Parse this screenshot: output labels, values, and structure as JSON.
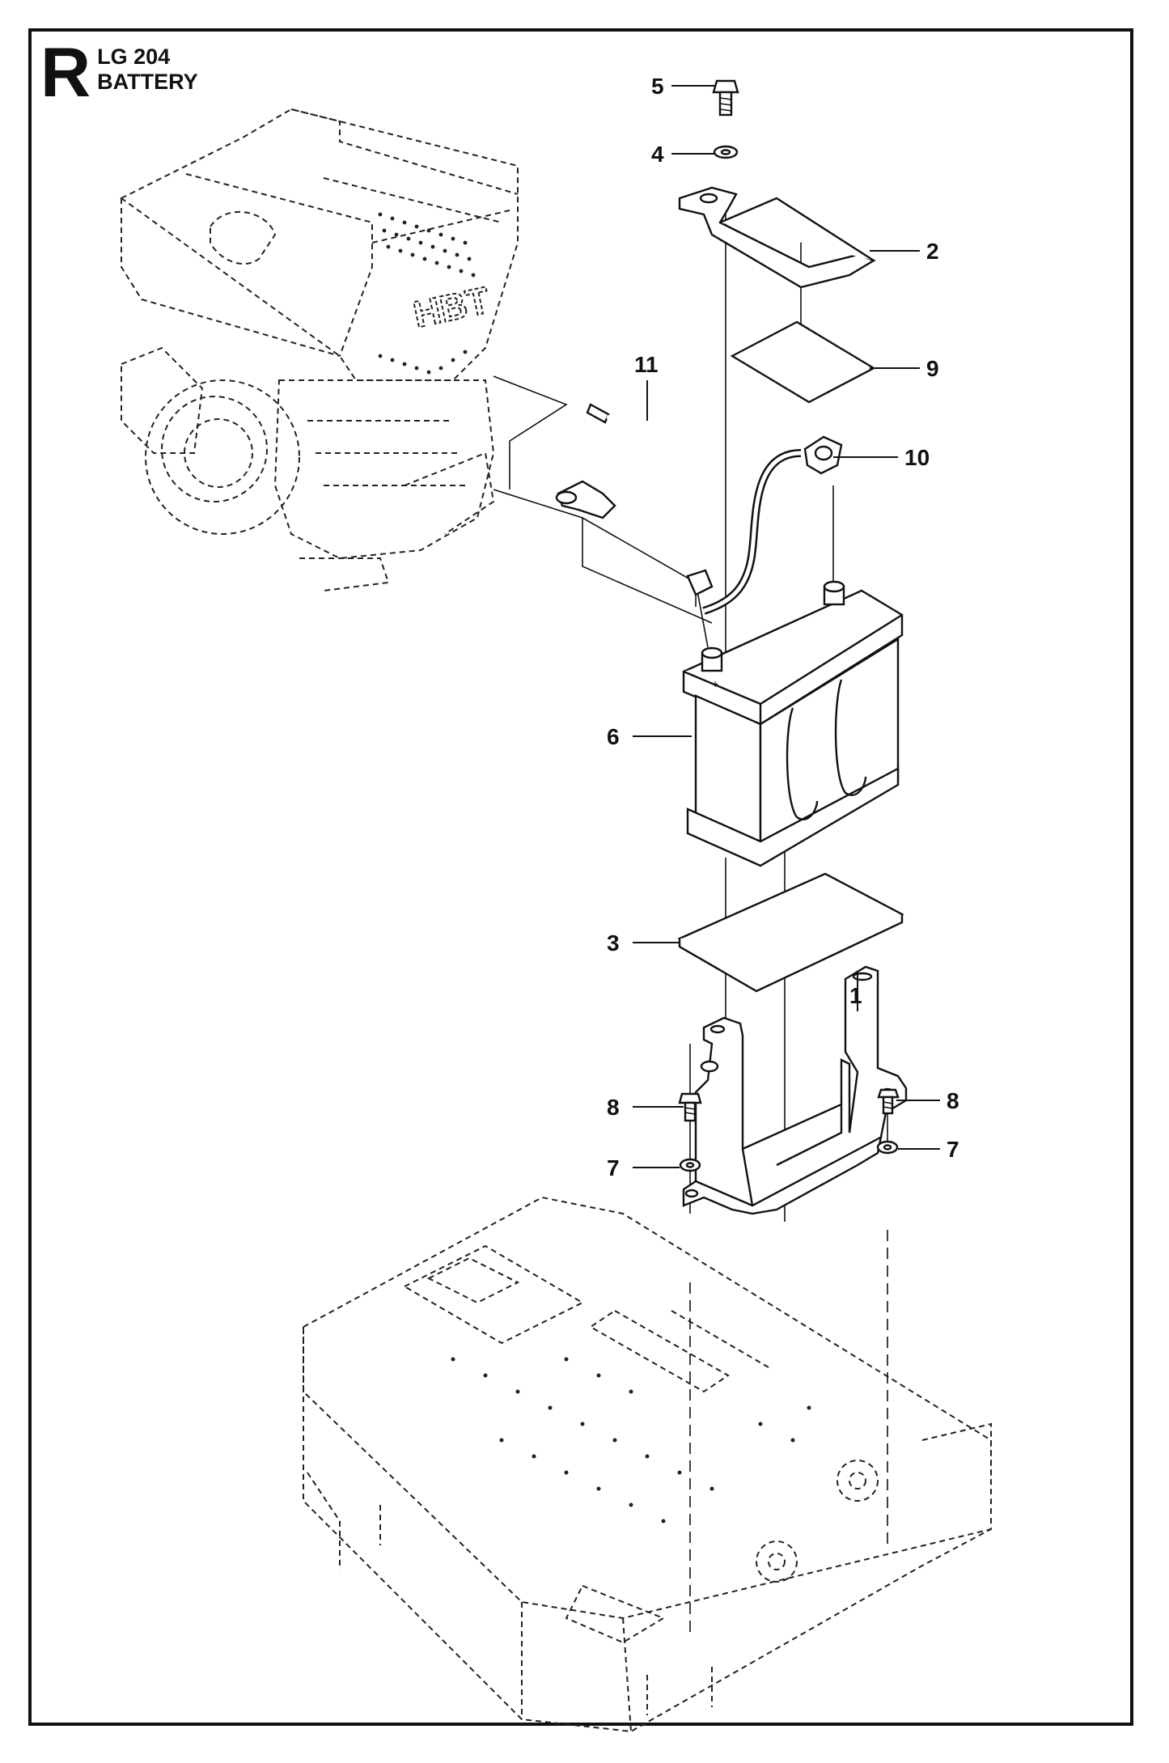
{
  "header": {
    "section_letter": "R",
    "model": "LG 204",
    "title": "BATTERY"
  },
  "callouts": [
    {
      "id": "c5",
      "label": "5"
    },
    {
      "id": "c4",
      "label": "4"
    },
    {
      "id": "c2",
      "label": "2"
    },
    {
      "id": "c11",
      "label": "11"
    },
    {
      "id": "c9",
      "label": "9"
    },
    {
      "id": "c10",
      "label": "10"
    },
    {
      "id": "c6",
      "label": "6"
    },
    {
      "id": "c3",
      "label": "3"
    },
    {
      "id": "c1",
      "label": "1"
    },
    {
      "id": "c8a",
      "label": "8"
    },
    {
      "id": "c8b",
      "label": "8"
    },
    {
      "id": "c7a",
      "label": "7"
    },
    {
      "id": "c7b",
      "label": "7"
    }
  ],
  "engine_label": "HBT"
}
